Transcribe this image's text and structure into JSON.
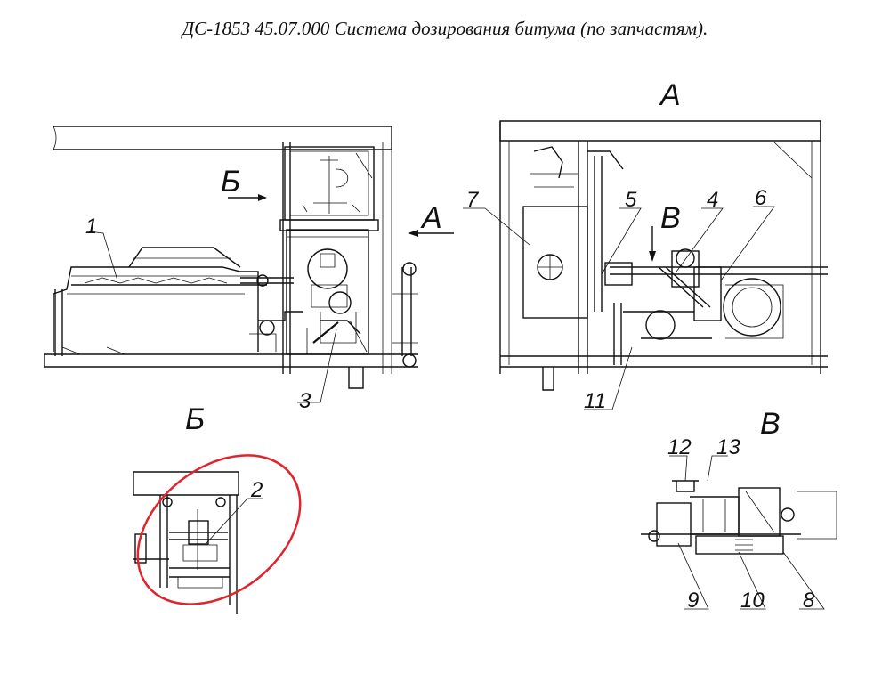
{
  "title": "ДС-1853 45.07.000 Система дозирования битума (по запчастям).",
  "views": {
    "A": "А",
    "B": "Б",
    "V": "В"
  },
  "callouts": {
    "n1": "1",
    "n2": "2",
    "n3": "3",
    "n4": "4",
    "n5": "5",
    "n6": "6",
    "n7": "7",
    "n8": "8",
    "n9": "9",
    "n10": "10",
    "n11": "11",
    "n12": "12",
    "n13": "13"
  },
  "colors": {
    "line": "#111111",
    "highlight": "#e0242c",
    "background": "#ffffff"
  }
}
